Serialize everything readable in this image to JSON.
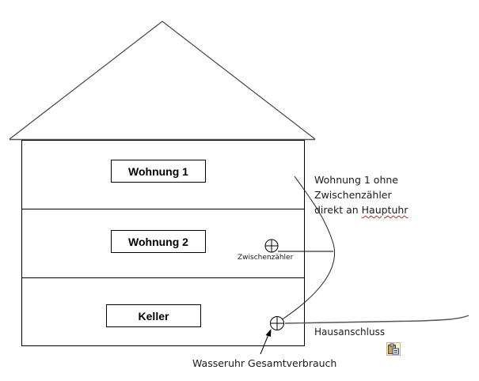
{
  "diagram": {
    "title": "Hausinstallation Wasserzähler",
    "rooms": {
      "floor1": "Wohnung 1",
      "floor2": "Wohnung 2",
      "basement": "Keller"
    },
    "annotations": {
      "wohnung1_note_line1": "Wohnung 1 ohne",
      "wohnung1_note_line2": "Zwischenzähler",
      "wohnung1_note_line3_a": "direkt an ",
      "wohnung1_note_line3_b": "Hauptuhr",
      "sub_meter": "Zwischenzähler",
      "house_connection": "Hausanschluss",
      "main_meter": "Wasseruhr Gesamtverbrauch"
    },
    "icons": {
      "meter": "circle-cross-meter-icon",
      "paste": "clipboard-paste-options-icon"
    },
    "colors": {
      "line": "#000000",
      "pipe": "#555555",
      "spellcheck": "#d02020"
    }
  }
}
